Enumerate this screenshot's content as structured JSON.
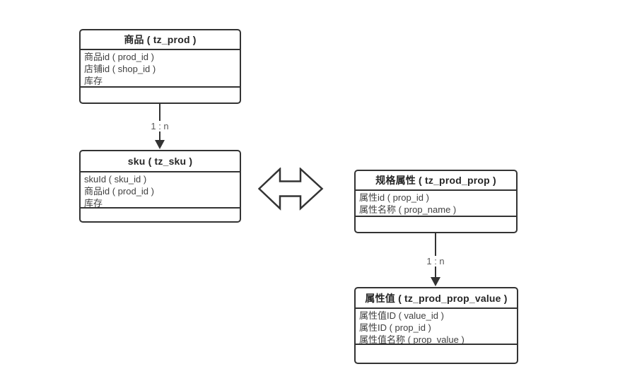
{
  "colors": {
    "background": "#ffffff",
    "line": "#333333",
    "title_text": "#262626",
    "field_text": "#404040",
    "connector_label_text": "#595959"
  },
  "entities": [
    {
      "title": "商品 ( tz_prod )",
      "fields": [
        "商品id ( prod_id )",
        "店铺id ( shop_id )",
        "库存"
      ]
    },
    {
      "title": "sku ( tz_sku )",
      "fields": [
        "skuId ( sku_id )",
        "商品id ( prod_id )",
        "库存"
      ]
    },
    {
      "title": "规格属性 ( tz_prod_prop )",
      "fields": [
        "属性id ( prop_id )",
        "属性名称 ( prop_name )"
      ]
    },
    {
      "title": "属性值 ( tz_prod_prop_value )",
      "fields": [
        "属性值ID ( value_id )",
        "属性ID ( prop_id )",
        "属性值名称 ( prop_value )"
      ]
    }
  ],
  "connectors": [
    {
      "from": "商品 ( tz_prod )",
      "to": "sku ( tz_sku )",
      "label": "1 : n"
    },
    {
      "from": "规格属性 ( tz_prod_prop )",
      "to": "属性值 ( tz_prod_prop_value )",
      "label": "1 : n"
    }
  ],
  "relation_icon": "left-right-double-arrow"
}
